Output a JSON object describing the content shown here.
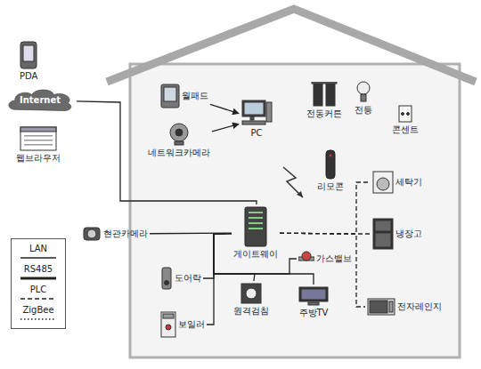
{
  "diagram": {
    "nodes": [
      {
        "text": [
          "PDA"
        ]
      },
      {
        "text": [
          "Internet"
        ]
      },
      {
        "text": [
          "웹브라우저"
        ]
      },
      {
        "text": [
          "현관카메라"
        ]
      },
      {
        "text": [
          "월패드"
        ]
      },
      {
        "text": [
          "네트워크카메라"
        ]
      },
      {
        "text": [
          "PC"
        ]
      },
      {
        "text": [
          "전동커튼"
        ]
      },
      {
        "text": [
          "전등"
        ]
      },
      {
        "text": [
          "콘센트"
        ]
      },
      {
        "text": [
          "리모콘"
        ]
      },
      {
        "text": [
          "게이트웨이"
        ]
      },
      {
        "text": [
          "세탁기"
        ]
      },
      {
        "text": [
          "냉장고"
        ]
      },
      {
        "text": [
          "전자레인지"
        ]
      },
      {
        "text": [
          "도어락"
        ]
      },
      {
        "text": [
          "원격검침"
        ]
      },
      {
        "text": [
          "가스밸브"
        ]
      },
      {
        "text": [
          "주방TV"
        ]
      },
      {
        "text": [
          "보일러"
        ]
      }
    ],
    "edges": [
      {
        "from": 1,
        "to": 11,
        "arrow": "none"
      },
      {
        "from": 3,
        "to": 11,
        "arrow": "none"
      },
      {
        "from": 4,
        "to": 6,
        "arrow": "to"
      },
      {
        "from": 5,
        "to": 6,
        "arrow": "to"
      },
      {
        "from": 11,
        "to": 12,
        "arrow": "none"
      },
      {
        "from": 11,
        "to": 13,
        "arrow": "none"
      },
      {
        "from": 11,
        "to": 14,
        "arrow": "none"
      },
      {
        "from": 11,
        "to": 15,
        "arrow": "none"
      },
      {
        "from": 11,
        "to": 16,
        "arrow": "none"
      },
      {
        "from": 11,
        "to": 17,
        "arrow": "none"
      },
      {
        "from": 11,
        "to": 18,
        "arrow": "none"
      },
      {
        "from": 11,
        "to": 19,
        "arrow": "none"
      }
    ],
    "legend": [
      {
        "text": "LAN"
      },
      {
        "text": "RS485"
      },
      {
        "text": "PLC"
      },
      {
        "text": "ZigBee"
      }
    ]
  }
}
